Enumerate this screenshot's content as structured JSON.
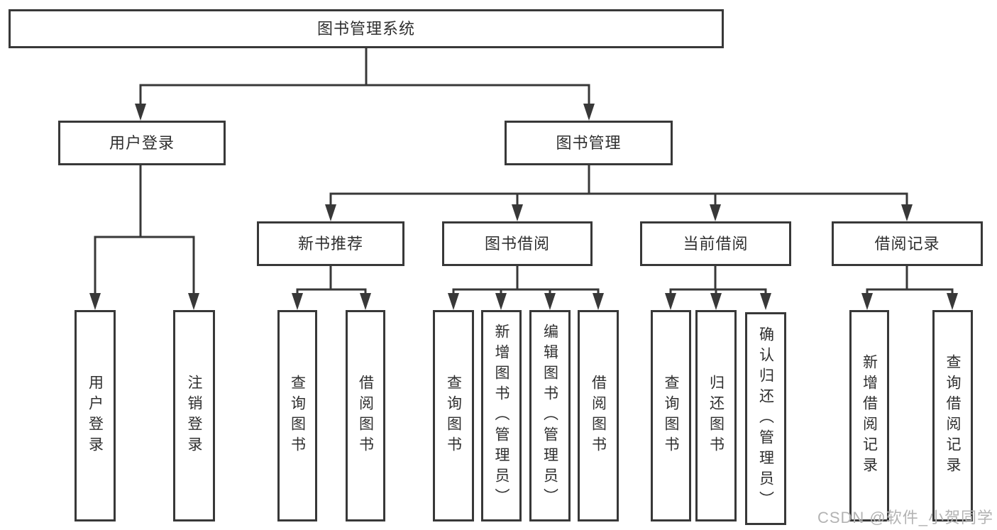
{
  "nodes": {
    "root": {
      "label": "图书管理系统"
    },
    "branches": [
      {
        "label": "用户登录",
        "children": [
          {
            "label": "用户登录"
          },
          {
            "label": "注销登录"
          }
        ]
      },
      {
        "label": "图书管理",
        "children": [
          {
            "label": "新书推荐",
            "children": [
              {
                "label": "查询图书"
              },
              {
                "label": "借阅图书"
              }
            ]
          },
          {
            "label": "图书借阅",
            "children": [
              {
                "label": "查询图书"
              },
              {
                "label": "新增图书（管理员）"
              },
              {
                "label": "编辑图书（管理员）"
              },
              {
                "label": "借阅图书"
              }
            ]
          },
          {
            "label": "当前借阅",
            "children": [
              {
                "label": "查询图书"
              },
              {
                "label": "归还图书"
              },
              {
                "label": "确认归还（管理员）"
              }
            ]
          },
          {
            "label": "借阅记录",
            "children": [
              {
                "label": "新增借阅记录"
              },
              {
                "label": "查询借阅记录"
              }
            ]
          }
        ]
      }
    ]
  },
  "watermark": {
    "text": "CSDN @软件_小贺同学",
    "color": "#b3b3b3"
  },
  "colors": {
    "border": "#383838",
    "line": "#383838",
    "text": "#2f2f2f",
    "background": "#ffffff"
  }
}
